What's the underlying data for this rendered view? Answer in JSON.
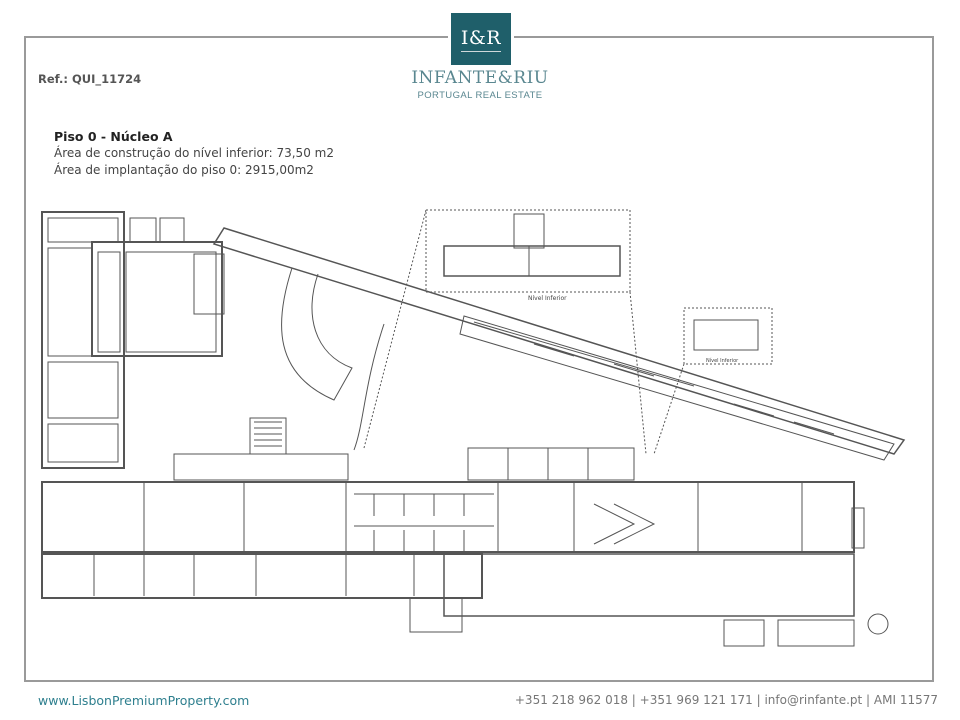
{
  "header": {
    "ref": "Ref.: QUI_11724",
    "logo_mark": "I&R",
    "brand_name": "INFANTE&RIU",
    "brand_tagline": "PORTUGAL REAL ESTATE"
  },
  "floor": {
    "title": "Piso 0 - Núcleo A",
    "lines": [
      "Área de construção do nível inferior: 73,50 m2",
      "Área de implantação do piso 0: 2915,00m2"
    ]
  },
  "plan": {
    "label_lower_level": "Nível Inferior",
    "label_mezzanine": "Nível Inferior"
  },
  "footer": {
    "website": "www.LisbonPremiumProperty.com",
    "contact": "+351 218 962 018 | +351 969 121 171 | info@rinfante.pt | AMI 11577"
  },
  "colors": {
    "brand": "#1f5f6a",
    "brand_text": "#5a8790",
    "link": "#2e7f8e",
    "frame": "#9a9a9a",
    "plan_line": "#555555"
  }
}
